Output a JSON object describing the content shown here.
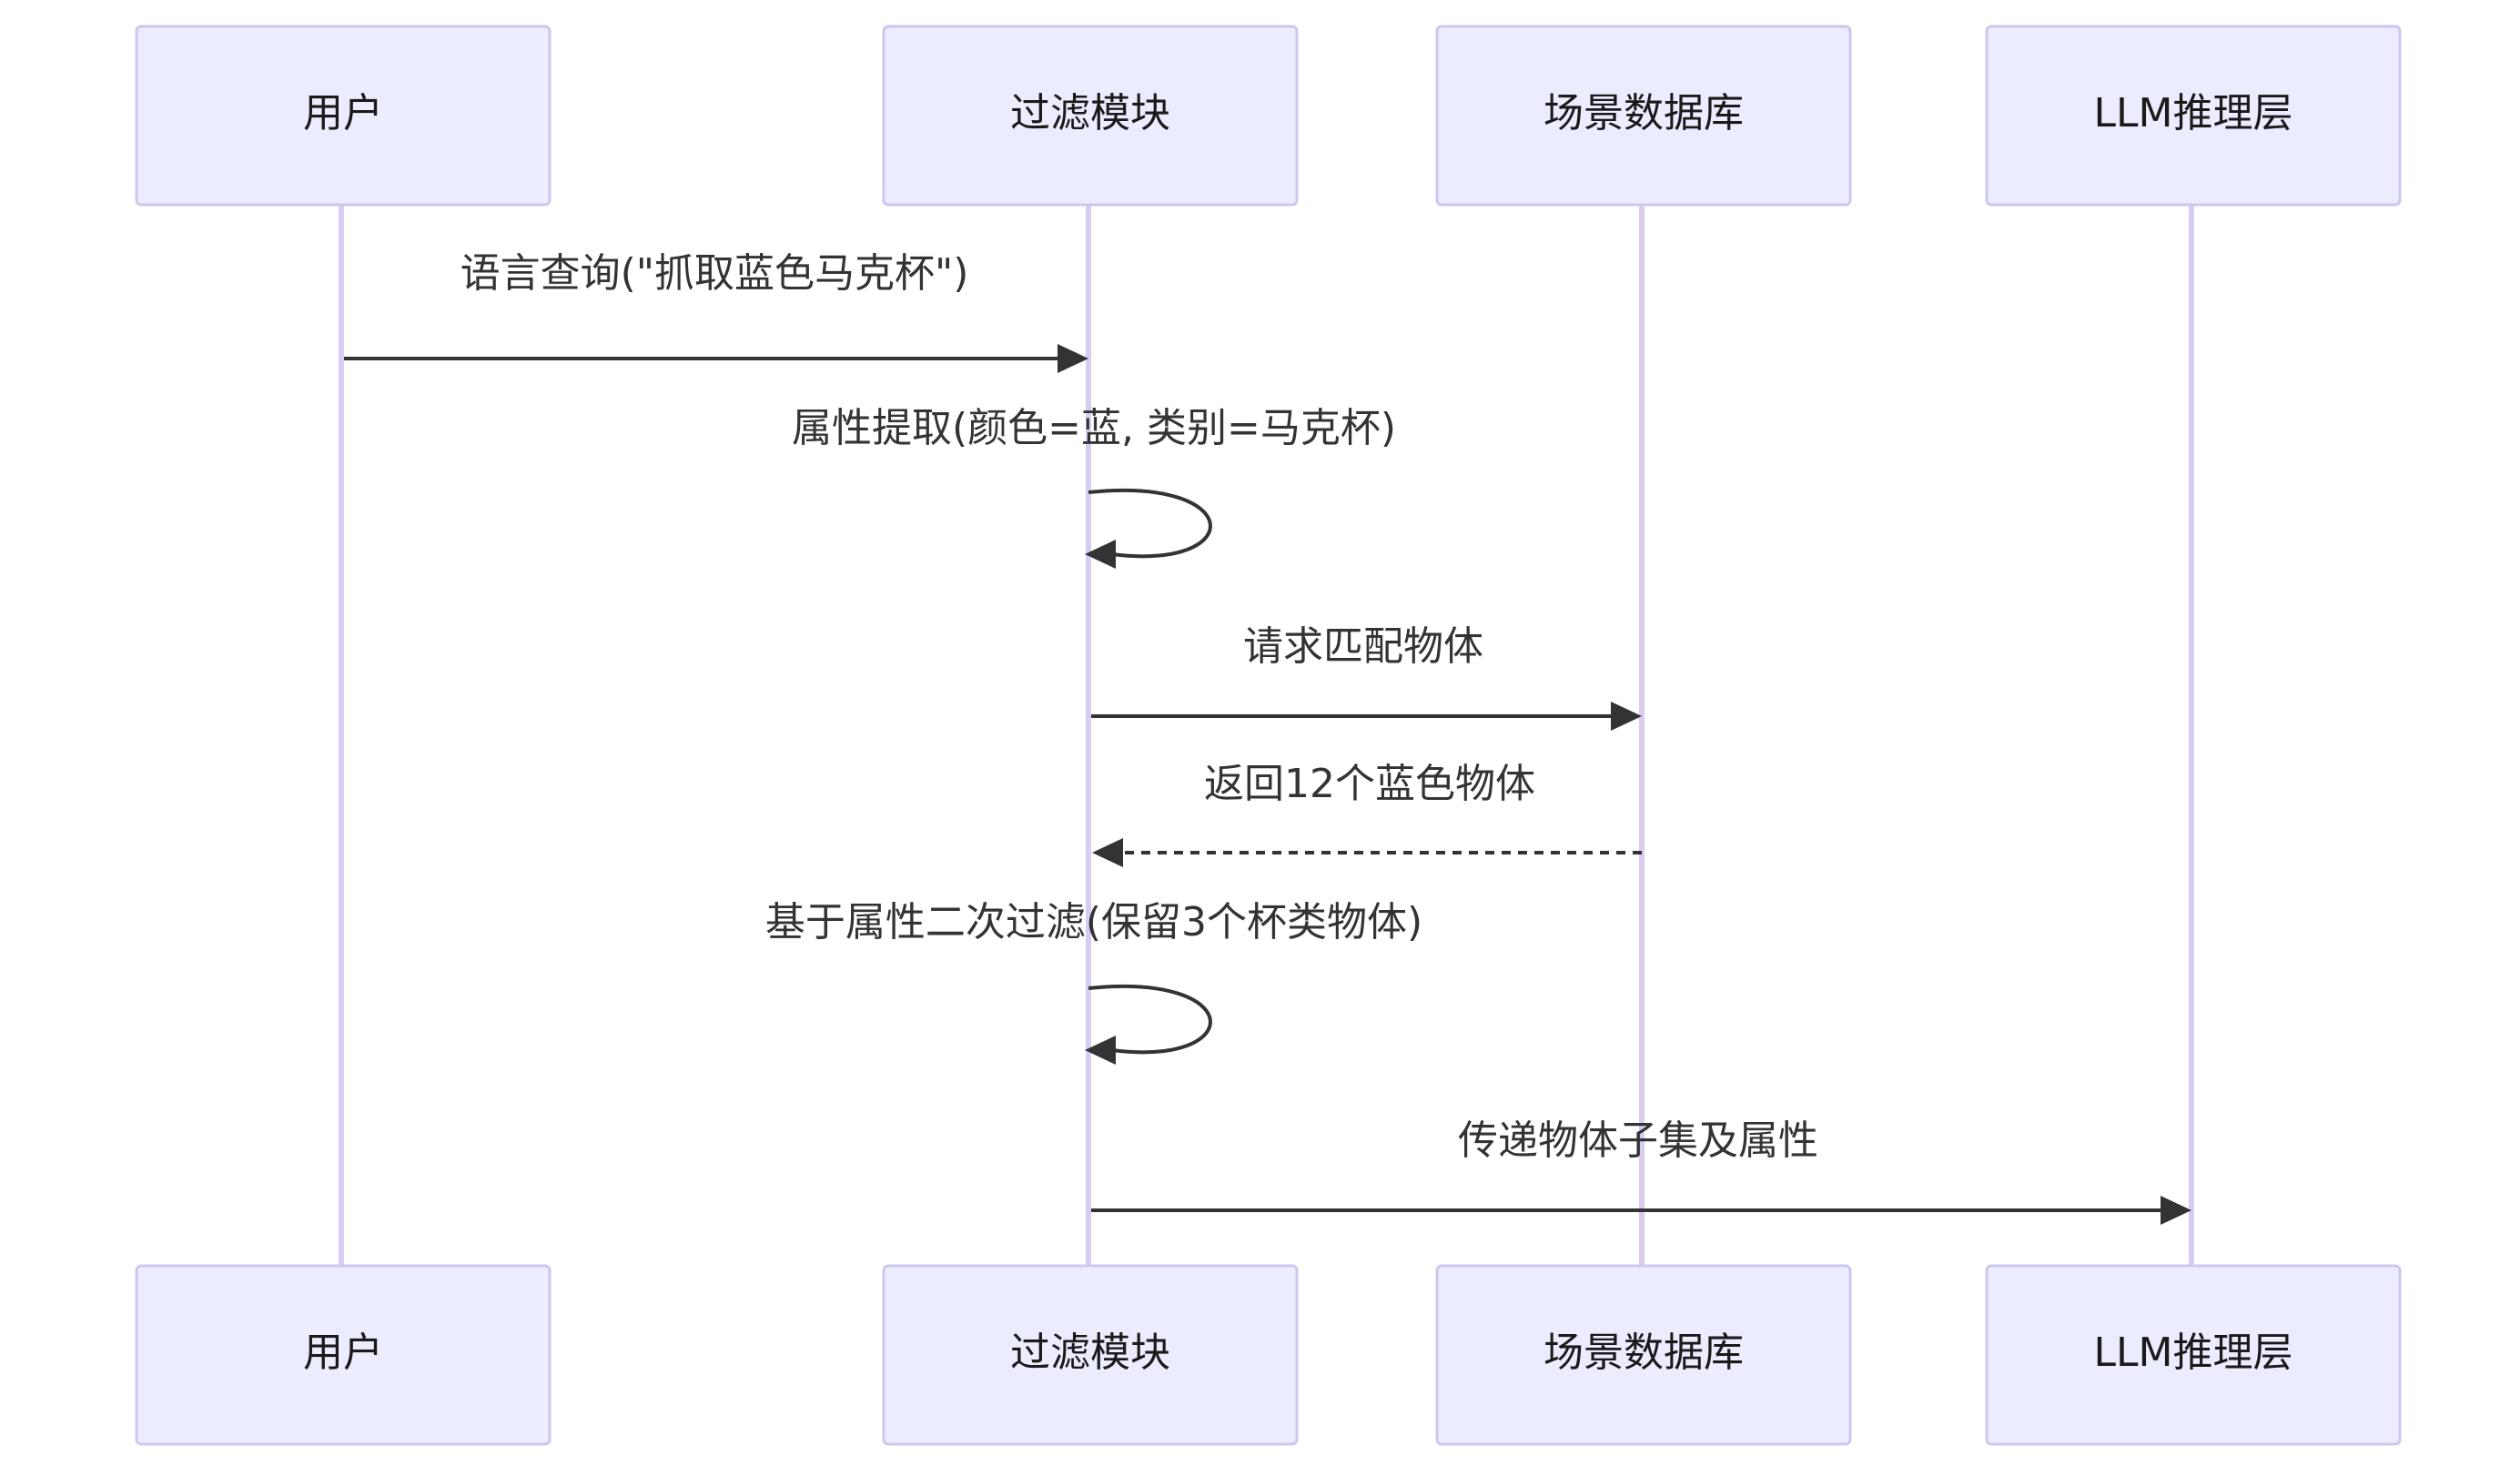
{
  "participants": [
    {
      "id": "user",
      "label": "用户"
    },
    {
      "id": "filter",
      "label": "过滤模块"
    },
    {
      "id": "scene_db",
      "label": "场景数据库"
    },
    {
      "id": "llm",
      "label": "LLM推理层"
    }
  ],
  "messages": [
    {
      "from": "user",
      "to": "filter",
      "label": "语言查询(\"抓取蓝色马克杯\")",
      "style": "solid"
    },
    {
      "from": "filter",
      "to": "filter",
      "label": "属性提取(颜色=蓝, 类别=马克杯)",
      "style": "self"
    },
    {
      "from": "filter",
      "to": "scene_db",
      "label": "请求匹配物体",
      "style": "solid"
    },
    {
      "from": "scene_db",
      "to": "filter",
      "label": "返回12个蓝色物体",
      "style": "dashed"
    },
    {
      "from": "filter",
      "to": "filter",
      "label": "基于属性二次过滤(保留3个杯类物体)",
      "style": "self"
    },
    {
      "from": "filter",
      "to": "llm",
      "label": "传递物体子集及属性",
      "style": "solid"
    }
  ],
  "colors": {
    "actor_fill": "#ECECFF",
    "actor_border": "#CFC6EE",
    "lifeline": "#D9CCF2",
    "arrow": "#333333"
  }
}
